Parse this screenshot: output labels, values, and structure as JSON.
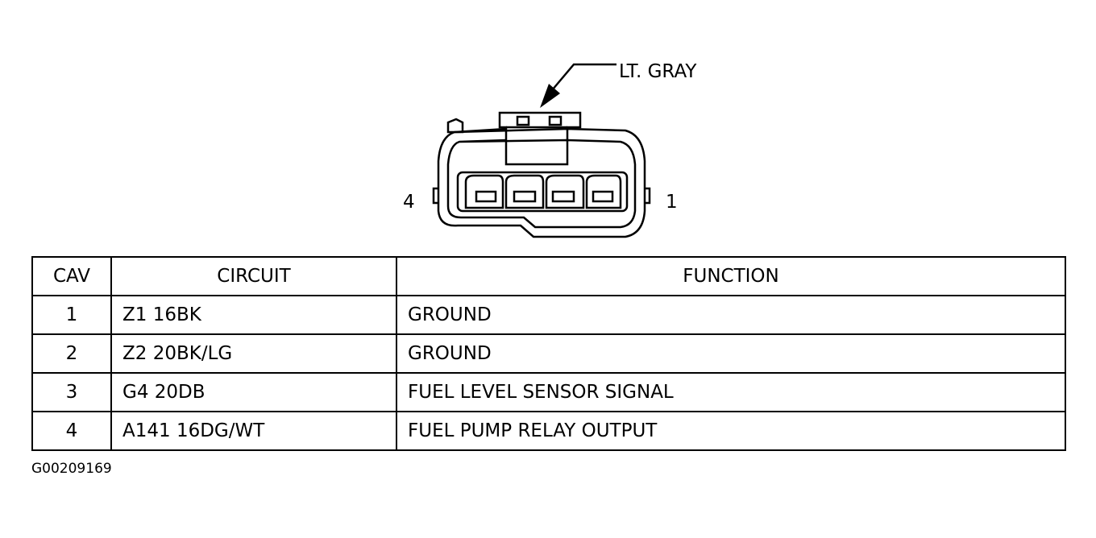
{
  "connector": {
    "color_callout": "LT. GRAY",
    "left_cavity_label": "4",
    "right_cavity_label": "1",
    "cavity_count": 4
  },
  "table": {
    "headers": [
      "CAV",
      "CIRCUIT",
      "FUNCTION"
    ],
    "rows": [
      {
        "cav": "1",
        "circuit": "Z1 16BK",
        "function": "GROUND"
      },
      {
        "cav": "2",
        "circuit": "Z2 20BK/LG",
        "function": "GROUND"
      },
      {
        "cav": "3",
        "circuit": "G4 20DB",
        "function": "FUEL LEVEL SENSOR SIGNAL"
      },
      {
        "cav": "4",
        "circuit": "A141 16DG/WT",
        "function": "FUEL PUMP RELAY OUTPUT"
      }
    ]
  },
  "figure_id": "G00209169"
}
